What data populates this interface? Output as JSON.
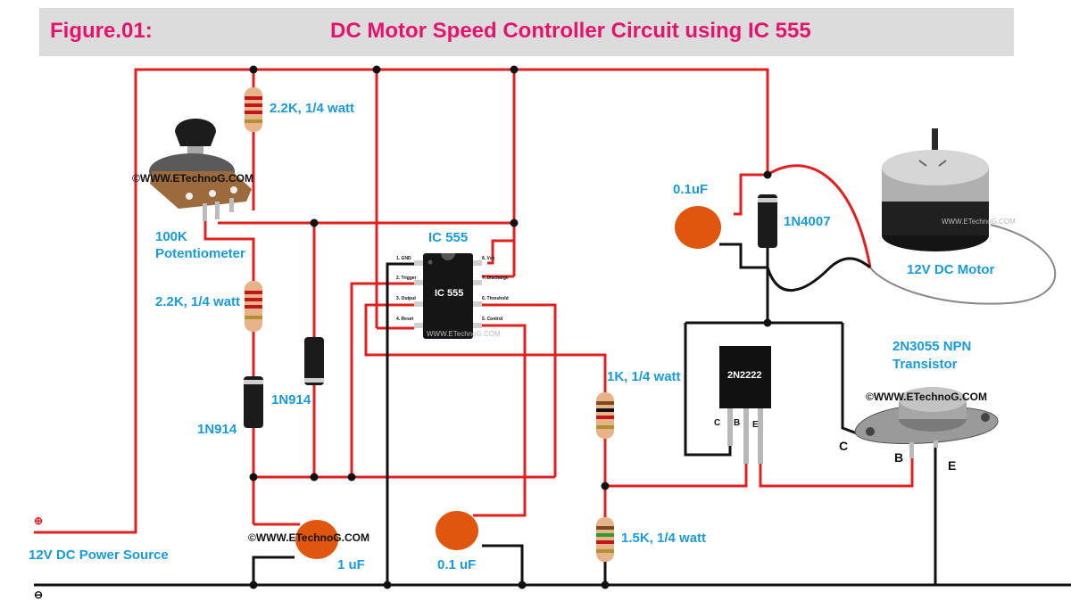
{
  "header": {
    "figure_label": "Figure.01:",
    "title": "DC Motor Speed Controller Circuit using IC 555"
  },
  "labels": {
    "r1": "2.2K, 1/4 watt",
    "r2": "2.2K, 1/4 watt",
    "r3": "1K, 1/4 watt",
    "r4": "1.5K, 1/4 watt",
    "pot_line1": "100K",
    "pot_line2": "Potentiometer",
    "d1": "1N914",
    "d2": "1N914",
    "d3": "1N4007",
    "ic_title": "IC 555",
    "ic_chip": "IC 555",
    "c1_value": "1 uF",
    "c2_value": "0.1 uF",
    "c3_value": "0.1uF",
    "motor": "12V DC Motor",
    "q2_line1": "2N3055 NPN",
    "q2_line2": "Transistor",
    "q1_chip": "2N2222",
    "power_source": "12V DC Power Source",
    "plus": "⊕",
    "minus": "⊖"
  },
  "watermarks": {
    "w1": "©WWW.ETechnoG.COM",
    "w2": "©WWW.ETechnoG.COM",
    "w3": "©WWW.ETechnoG.COM",
    "w4": "WWW.ETechnoG.COM",
    "w5": "WWW.ETechnoG.COM"
  },
  "ic_pins": {
    "p1": "1. GND",
    "p2": "2. Trigger",
    "p3": "3. Output",
    "p4": "4. Reset",
    "p5": "5. Control",
    "p6": "6. Threshold",
    "p7": "7. Discharge",
    "p8": "8. Vcc"
  },
  "transistor_pins": {
    "q1_c": "C",
    "q1_b": "B",
    "q1_e": "E",
    "q2_c": "C",
    "q2_b": "B",
    "q2_e": "E"
  },
  "colors": {
    "header_bg": "#dcdcdc",
    "title": "#e4146c",
    "label": "#1a9ad6",
    "wire_positive": "#e02020",
    "wire_ground": "#111111",
    "capacitor": "#e0560f"
  }
}
